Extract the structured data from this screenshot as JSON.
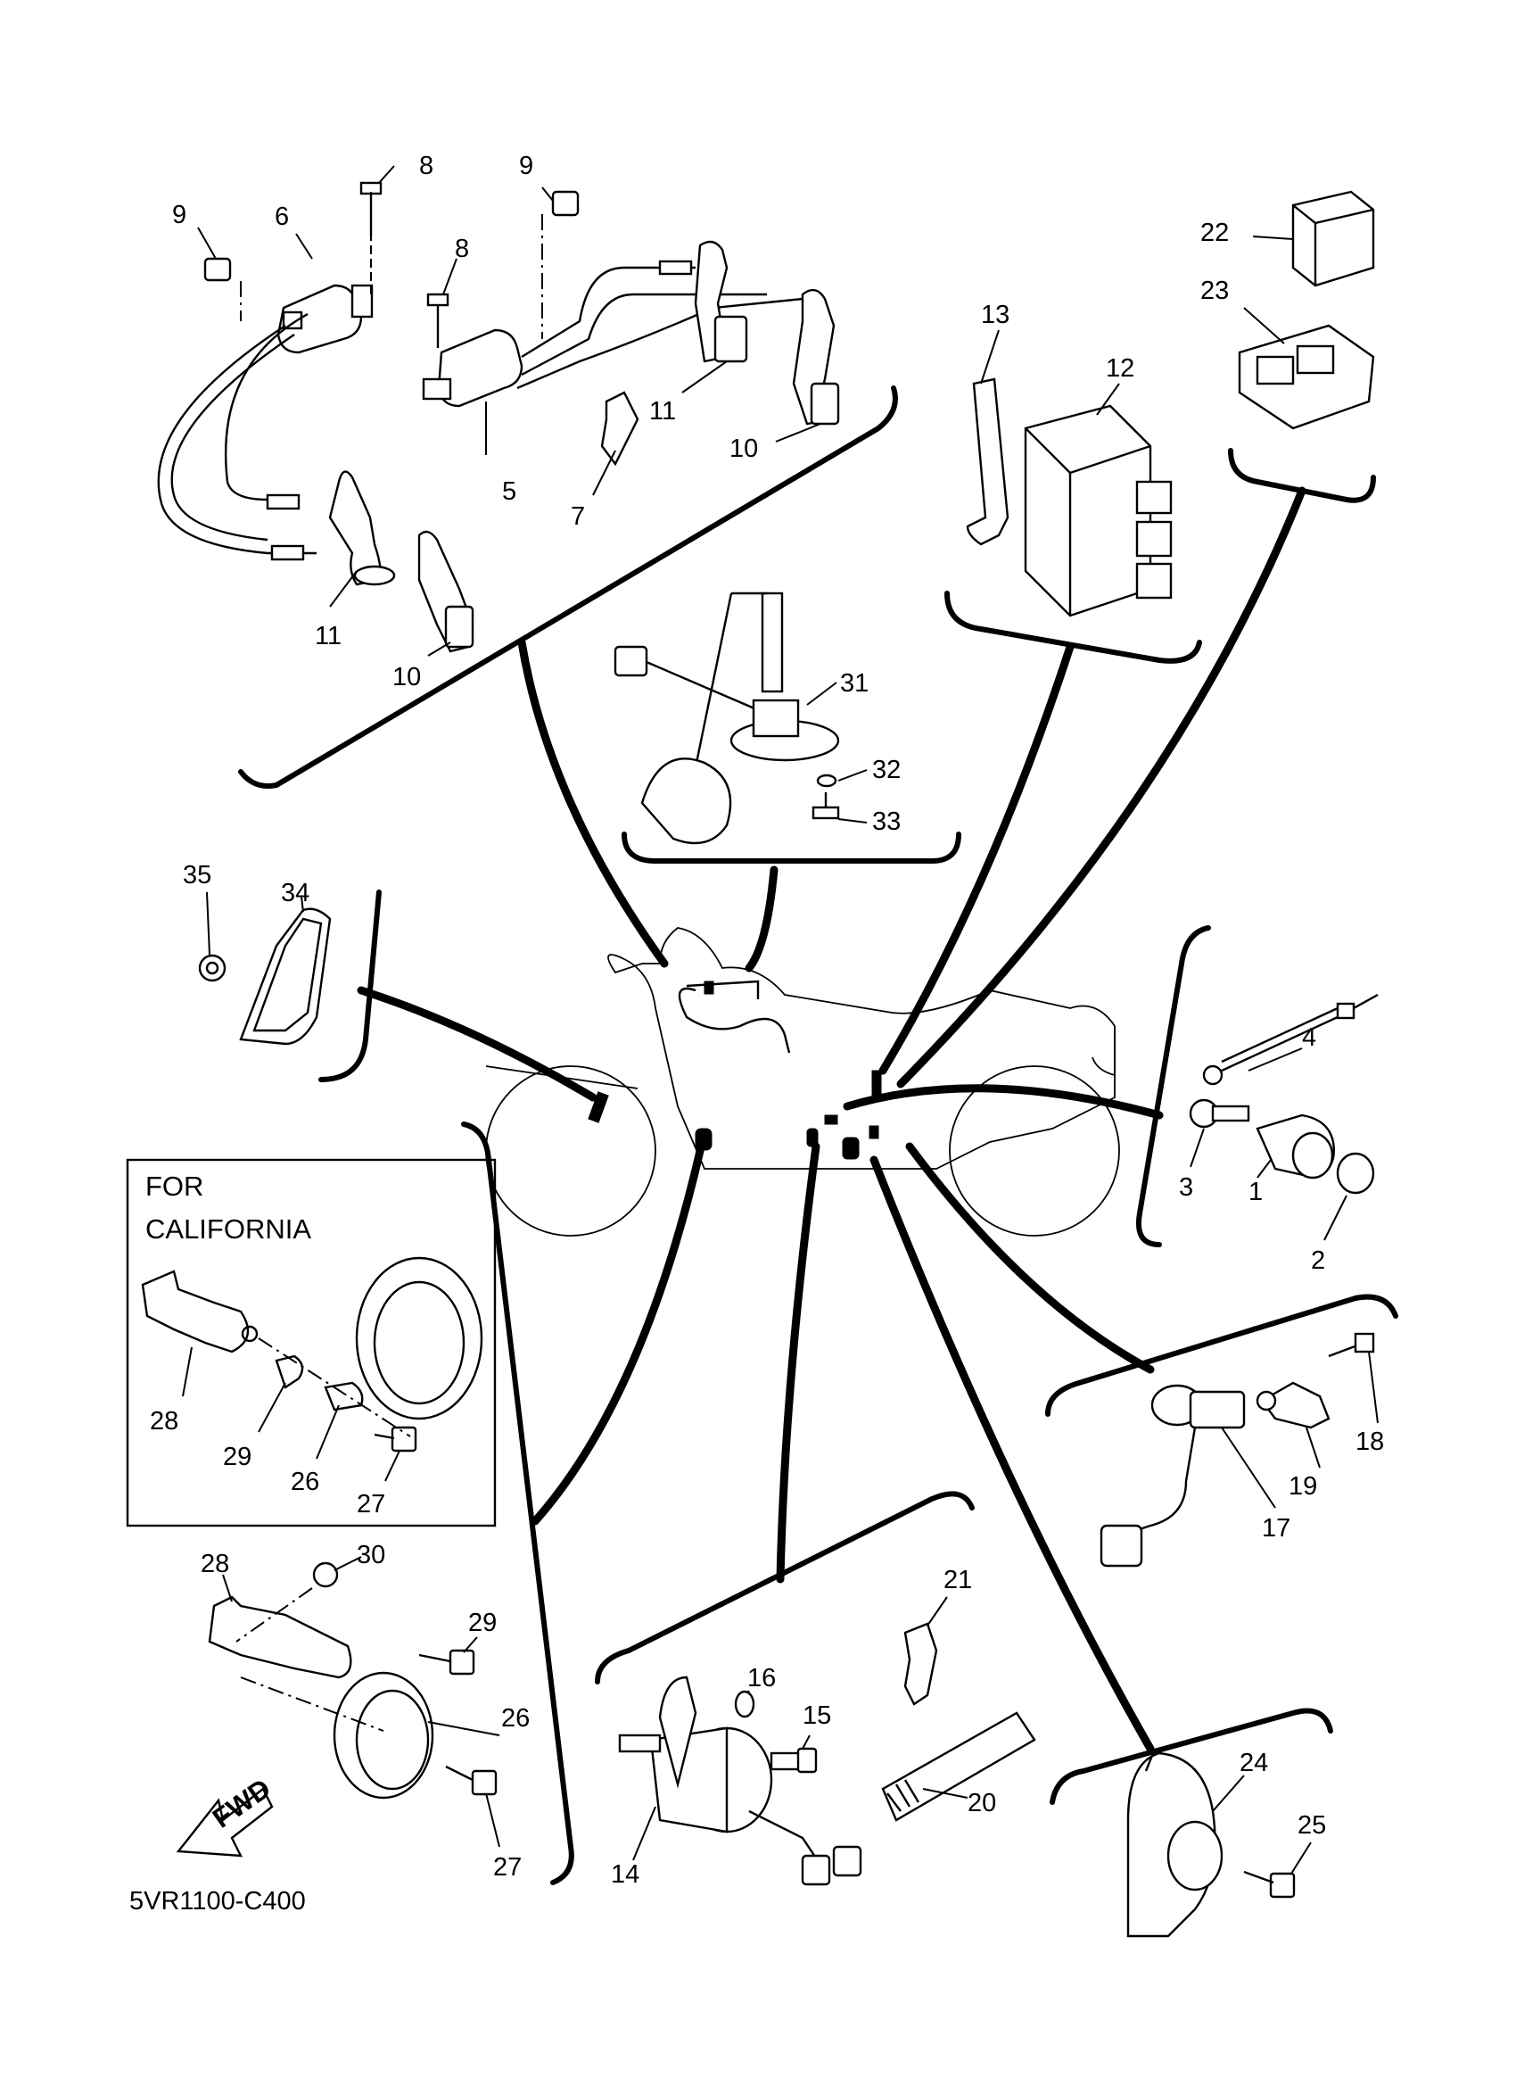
{
  "diagram": {
    "drawing_code": "5VR1100-C400",
    "california_box": {
      "line1": "FOR",
      "line2": "CALIFORNIA"
    },
    "fwd_label": "FWD",
    "callouts": [
      {
        "id": "c8a",
        "text": "8"
      },
      {
        "id": "c9a",
        "text": "9"
      },
      {
        "id": "c9b",
        "text": "9"
      },
      {
        "id": "c6",
        "text": "6"
      },
      {
        "id": "c8b",
        "text": "8"
      },
      {
        "id": "c11a",
        "text": "11"
      },
      {
        "id": "c10a",
        "text": "10"
      },
      {
        "id": "c5",
        "text": "5"
      },
      {
        "id": "c7",
        "text": "7"
      },
      {
        "id": "c11b",
        "text": "11"
      },
      {
        "id": "c10b",
        "text": "10"
      },
      {
        "id": "c13",
        "text": "13"
      },
      {
        "id": "c12",
        "text": "12"
      },
      {
        "id": "c22",
        "text": "22"
      },
      {
        "id": "c23",
        "text": "23"
      },
      {
        "id": "c31",
        "text": "31"
      },
      {
        "id": "c32",
        "text": "32"
      },
      {
        "id": "c33",
        "text": "33"
      },
      {
        "id": "c35",
        "text": "35"
      },
      {
        "id": "c34",
        "text": "34"
      },
      {
        "id": "c4",
        "text": "4"
      },
      {
        "id": "c3",
        "text": "3"
      },
      {
        "id": "c1",
        "text": "1"
      },
      {
        "id": "c2",
        "text": "2"
      },
      {
        "id": "c28a",
        "text": "28"
      },
      {
        "id": "c29a",
        "text": "29"
      },
      {
        "id": "c26a",
        "text": "26"
      },
      {
        "id": "c27a",
        "text": "27"
      },
      {
        "id": "c18",
        "text": "18"
      },
      {
        "id": "c19",
        "text": "19"
      },
      {
        "id": "c17",
        "text": "17"
      },
      {
        "id": "c28b",
        "text": "28"
      },
      {
        "id": "c30",
        "text": "30"
      },
      {
        "id": "c29b",
        "text": "29"
      },
      {
        "id": "c26b",
        "text": "26"
      },
      {
        "id": "c27b",
        "text": "27"
      },
      {
        "id": "c21",
        "text": "21"
      },
      {
        "id": "c16",
        "text": "16"
      },
      {
        "id": "c15",
        "text": "15"
      },
      {
        "id": "c20",
        "text": "20"
      },
      {
        "id": "c14",
        "text": "14"
      },
      {
        "id": "c24",
        "text": "24"
      },
      {
        "id": "c25",
        "text": "25"
      }
    ]
  }
}
